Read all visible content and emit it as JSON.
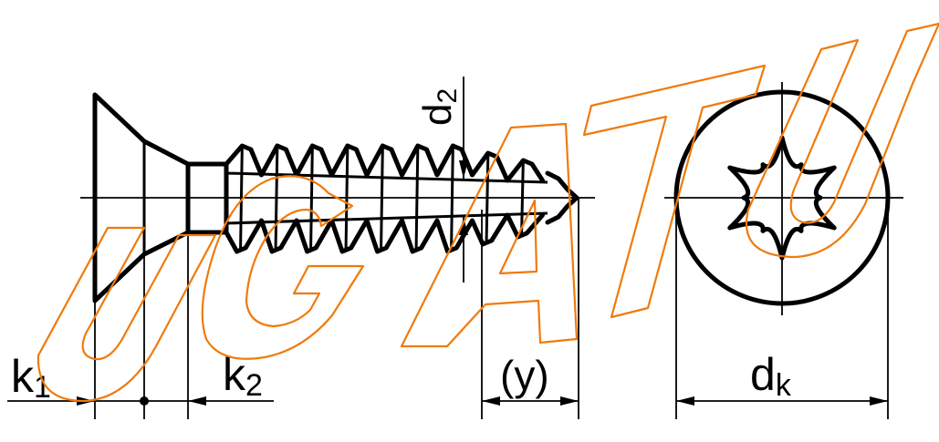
{
  "labels": {
    "k1": "k",
    "k1_sub": "1",
    "k2": "k",
    "k2_sub": "2",
    "y": "(y)",
    "d2": "d",
    "d2_sub": "2",
    "dk": "d",
    "dk_sub": "k"
  },
  "watermark": "UGATU",
  "colors": {
    "line": "#000000",
    "watermark": "#f07a0c"
  }
}
